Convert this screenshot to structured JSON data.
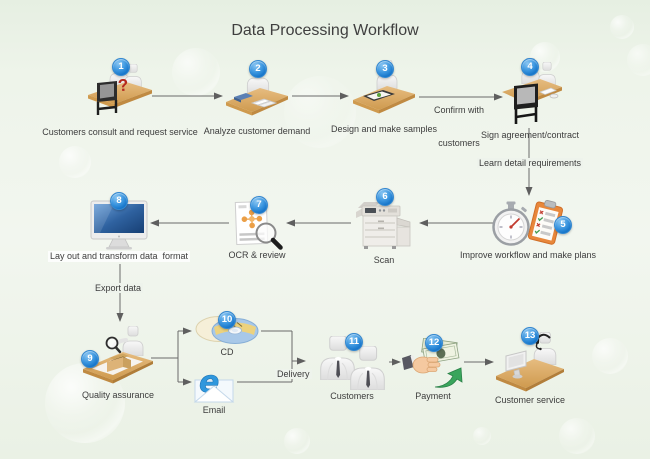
{
  "title": "Data Processing Workflow",
  "colors": {
    "background": "#eef3ec",
    "desk_tan": "#d9a45b",
    "badge_blue": "#1f80d0",
    "arrow_gray": "#666666",
    "label_text": "#3c3c3c"
  },
  "nodes": [
    {
      "num": "1",
      "label": "Customers consult and request service",
      "icon": "consult-desk-icon"
    },
    {
      "num": "2",
      "label": "Analyze customer demand",
      "icon": "analyze-books-desk-icon"
    },
    {
      "num": "3",
      "label": "Design and make samples",
      "icon": "design-tablet-desk-icon"
    },
    {
      "num": "4",
      "label": "Sign agreement/contract",
      "icon": "sign-contract-desk-icon"
    },
    {
      "num": "5",
      "label": "Improve workflow and make plans",
      "icon": "stopwatch-clipboard-icon"
    },
    {
      "num": "6",
      "label": "Scan",
      "icon": "copier-scanner-icon"
    },
    {
      "num": "7",
      "label": "OCR & review",
      "icon": "document-magnifier-icon"
    },
    {
      "num": "8",
      "label": "Lay out and transform data  format",
      "icon": "desktop-monitor-icon"
    },
    {
      "num": "9",
      "label": "Quality assurance",
      "icon": "inspect-package-icon"
    },
    {
      "num": "10",
      "label": "CD",
      "icon": "cd-discs-icon"
    },
    {
      "num": "11",
      "label": "Customers",
      "icon": "customers-group-icon"
    },
    {
      "num": "12",
      "label": "Payment",
      "icon": "hand-cash-icon"
    },
    {
      "num": "13",
      "label": "Customer service",
      "icon": "support-agent-desk-icon"
    }
  ],
  "media_node": {
    "label": "Email",
    "icon": "email-envelope-icon"
  },
  "edge_labels": {
    "confirm_line1": "Confirm with",
    "confirm_line2": "customers",
    "learn": "Learn detail requirements",
    "export": "Export data",
    "delivery": "Delivery"
  }
}
